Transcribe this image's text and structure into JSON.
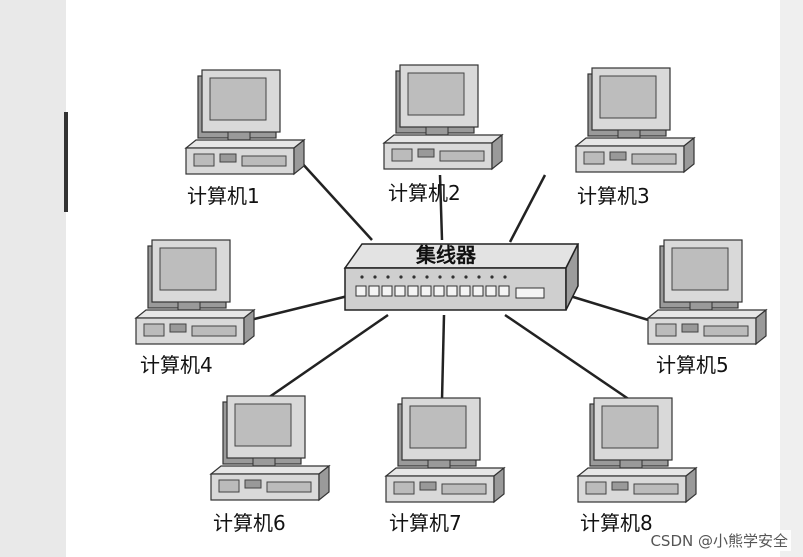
{
  "hub": {
    "label": "集线器"
  },
  "computers": [
    {
      "label": "计算机1"
    },
    {
      "label": "计算机2"
    },
    {
      "label": "计算机3"
    },
    {
      "label": "计算机4"
    },
    {
      "label": "计算机5"
    },
    {
      "label": "计算机6"
    },
    {
      "label": "计算机7"
    },
    {
      "label": "计算机8"
    }
  ],
  "watermark": "CSDN @小熊学安全",
  "colors": {
    "line": "#222222",
    "device_fill": "#d9d9d9",
    "device_dark": "#9a9a9a",
    "screen": "#bdbdbd"
  }
}
